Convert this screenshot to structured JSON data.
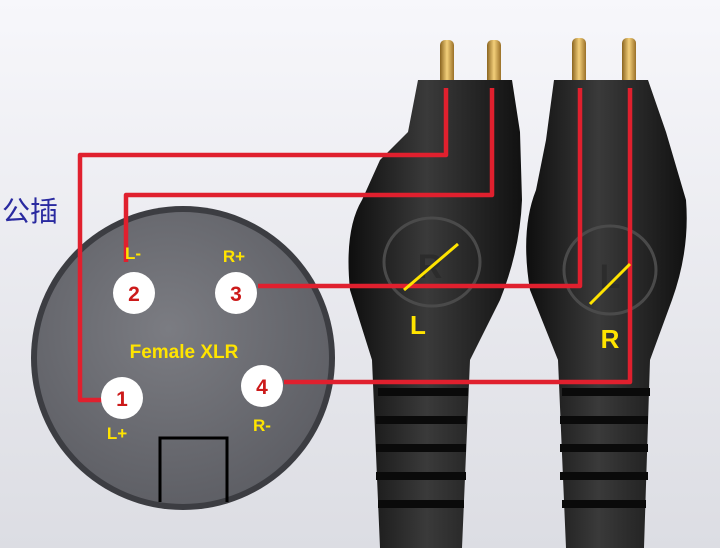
{
  "header": {
    "connector_type": "公插"
  },
  "xlr": {
    "title": "Female XLR",
    "pins": [
      {
        "number": "1",
        "label": "L+"
      },
      {
        "number": "2",
        "label": "L-"
      },
      {
        "number": "3",
        "label": "R+"
      },
      {
        "number": "4",
        "label": "R-"
      }
    ]
  },
  "plugs": {
    "left_label": "L",
    "right_label": "R"
  },
  "colors": {
    "wire": "#e0202e",
    "pin_label": "#ffe400",
    "pin_number": "#cc1a1a",
    "xlr_face": "#6f7076",
    "plug_body": "#1c1c1c",
    "gold": "#d8a640"
  }
}
